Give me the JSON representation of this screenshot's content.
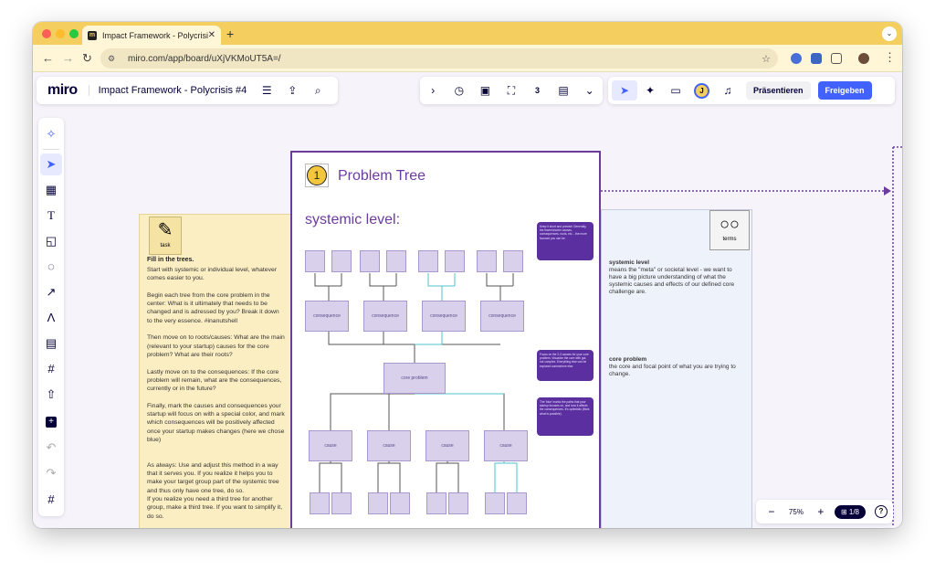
{
  "browser": {
    "tab_title": "Impact Framework - Polycrisis",
    "tab_close": "✕",
    "new_tab": "+",
    "url": "miro.com/app/board/uXjVKMoUT5A=/"
  },
  "miro": {
    "logo": "miro",
    "board_title": "Impact Framework - Polycrisis #4",
    "present_label": "Präsentieren",
    "share_label": "Freigeben",
    "avatar_letter": "J",
    "timer_count": "3",
    "zoom_level": "75%",
    "page_indicator": "1/8",
    "help": "?"
  },
  "task_note": {
    "icon_label": "task",
    "heading": "Fill in the trees.",
    "body": "Start with systemic or individual level, whatever comes easier to you.\n\nBegin each tree from the core problem in the center: What is it ultimately that needs to be changed and is adressed by you? Break it down to the very essence. #inanutshell\n\nThen move on to roots/causes: What are the main (relevant to your startup) causes for the core problem? What are their roots?\n\nLastly move on to the consequences: If the core problem will remain, what are the consequences, currently or in the future?\n\nFinally, mark the causes and consequences your startup will focus on with a special color, and mark which consequences will be positively affected once your startup makes changes (here we chose blue)\n\n\nAs always: Use and adjust this method in a way that it serves you. If you realize it helps you to make your target group part of the systemic tree and thus only have one tree, do so.\nIf you realize you need a third tree for another group, make a third tree. If you want to simplify it, do so."
  },
  "problem_tree": {
    "number": "1",
    "title": "Problem Tree",
    "level_heading": "systemic level:",
    "consequence_label": "consequence",
    "core_problem_label": "core problem",
    "cause_label": "cause",
    "bubble_1": "Keep it short and precise! Generally, the fewer/shorter causes, consequences, roots, etc. - the more focused you can be.",
    "bubble_2": "Focus on the 2-3 causes for your core problem. Visualize the core with gut, not complex. Everything else can be explored somewhere else.",
    "bubble_3": "The 'blue' marks the paths that your startup focuses on, and how it affects the consequences. It's optimistic (think what is possible)."
  },
  "terms": {
    "icon_label": "terms",
    "systemic_title": "systemic level",
    "systemic_text": "means the \"meta\" or societal level - we want to have a big picture understanding of what the systemic causes and effects of our defined core challenge are.",
    "core_title": "core problem",
    "core_text": "the core and focal point of what you are trying to change."
  },
  "colors": {
    "chrome_yellow": "#f4cf5f",
    "frame_purple": "#6c3ba0",
    "box_fill": "#d9d1ec",
    "highlight_teal": "#4fc3c7",
    "miro_blue": "#4262ff"
  }
}
